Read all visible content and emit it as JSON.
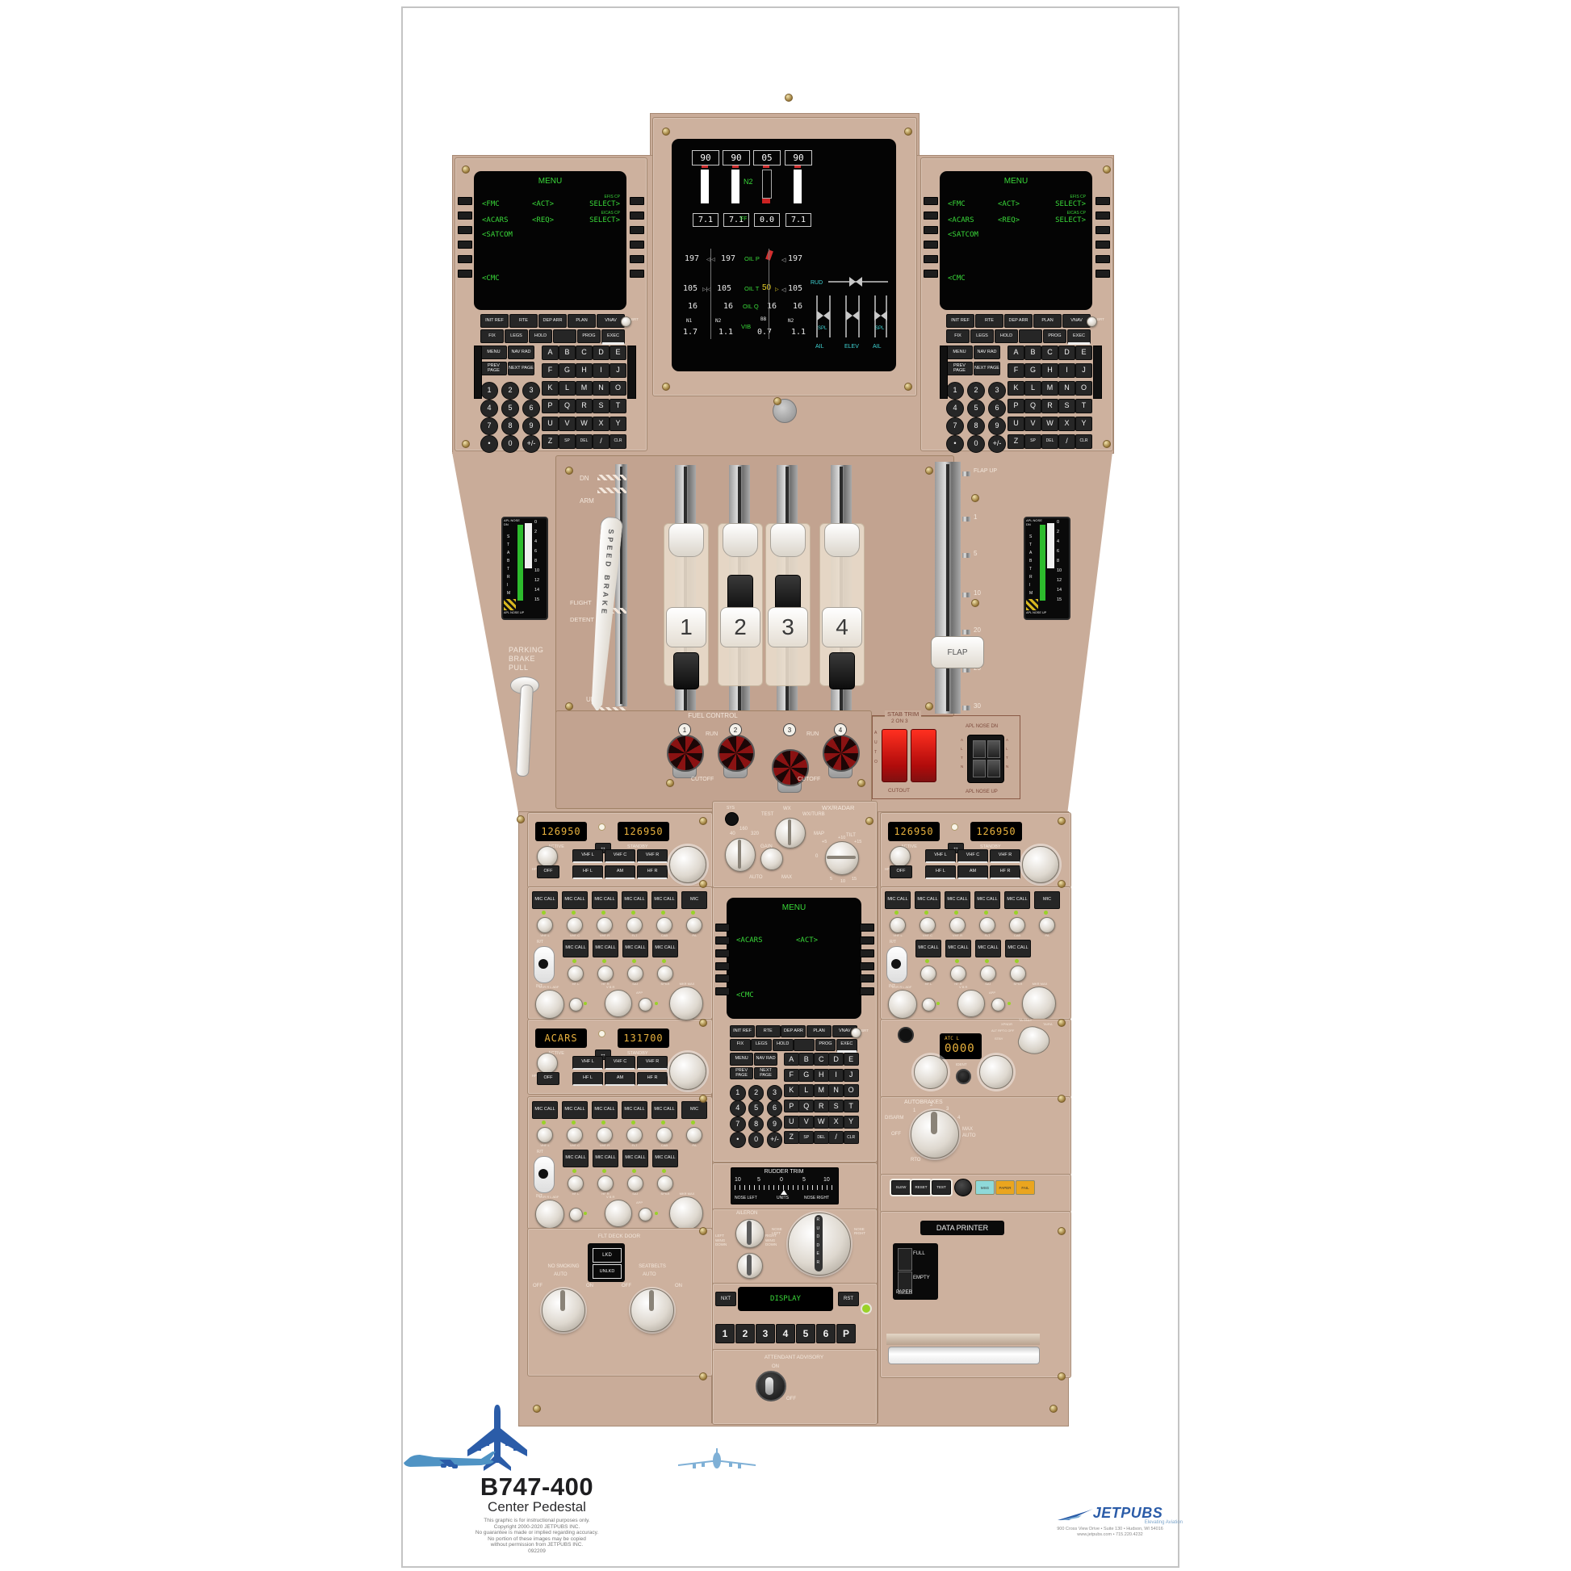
{
  "colors": {
    "pedestal": "#c9ac99",
    "panel": "#cdb19e",
    "screen_green": "#39d839",
    "display_amber": "#eab33e",
    "cutout_red": "#e01818",
    "accent_blue": "#2b5ca8",
    "light_green": "#8fd52a"
  },
  "eicas": {
    "n1_values": [
      "90",
      "90",
      "05",
      "90"
    ],
    "tape_label": "N2",
    "ff_label": "FF",
    "ff_values": [
      "7.1",
      "7.1",
      "0.0",
      "7.1"
    ],
    "oil_p_label": "OIL P",
    "oil_p": [
      "197",
      "197",
      "197"
    ],
    "oil_t_label": "OIL T",
    "oil_t": [
      "105",
      "105",
      "50",
      "105"
    ],
    "oil_q_label": "OIL Q",
    "oil_q": [
      "16",
      "16",
      "16",
      "16"
    ],
    "vib_label": "VIB",
    "vib_items": [
      [
        "N1",
        "1.7"
      ],
      [
        "N2",
        "1.1"
      ],
      [
        "BB",
        "0.7"
      ],
      [
        "N2",
        "1.1"
      ]
    ],
    "fcs": {
      "rud": "RUD",
      "spl": "SPL",
      "surfaces": [
        "AIL",
        "ELEV",
        "AIL"
      ]
    }
  },
  "cdu_screen_menu": {
    "title": "MENU",
    "r1": [
      "<FMC",
      "<ACT>",
      "SELECT>"
    ],
    "r1_small": "EFIS CP",
    "r2": [
      "<ACARS",
      "<REQ>",
      "SELECT>"
    ],
    "r2_small": "EICAS CP",
    "r3": "<SATCOM",
    "r6": "<CMC"
  },
  "cdu_screen_center": {
    "title": "MENU",
    "r2": [
      "<ACARS",
      "<ACT>"
    ],
    "r6": "<CMC"
  },
  "cdu_keys": {
    "r1": [
      "INIT REF",
      "RTE",
      "DEP ARR",
      "PLAN",
      "VNAV"
    ],
    "r2": [
      "FIX",
      "LEGS",
      "HOLD",
      "",
      "PROG",
      "EXEC"
    ],
    "left": [
      [
        "MENU",
        "NAV RAD"
      ],
      [
        "PREV PAGE",
        "NEXT PAGE"
      ]
    ],
    "digits": [
      "1",
      "2",
      "3",
      "4",
      "5",
      "6",
      "7",
      "8",
      "9",
      "•",
      "0",
      "+/-"
    ],
    "letters": [
      "A",
      "B",
      "C",
      "D",
      "E",
      "F",
      "G",
      "H",
      "I",
      "J",
      "K",
      "L",
      "M",
      "N",
      "O",
      "P",
      "Q",
      "R",
      "S",
      "T",
      "U",
      "V",
      "W",
      "X",
      "Y",
      "Z",
      "SP",
      "DEL",
      "/",
      "CLR"
    ],
    "brt": "BRT"
  },
  "speed_brake": {
    "lever": "SPEED BRAKE",
    "dn": "DN",
    "arm": "ARM",
    "flight": "FLIGHT",
    "detent": "DETENT",
    "up": "UP"
  },
  "thrust": {
    "numbers": [
      "1",
      "2",
      "3",
      "4"
    ]
  },
  "flap": {
    "handle": "FLAP",
    "detents": [
      "FLAP UP",
      "1",
      "5",
      "10",
      "20",
      "25",
      "30"
    ]
  },
  "stab_indicator": {
    "nose_dn": "APL NOSE DN",
    "nose_up": "APL NOSE UP",
    "word": "STABTRIM",
    "scale": [
      "0",
      "2",
      "4",
      "6",
      "8",
      "10",
      "12",
      "14",
      "15"
    ]
  },
  "parking_brake": [
    "PARKING",
    "BRAKE",
    "PULL"
  ],
  "fuel_control": {
    "title": "FUEL CONTROL",
    "run": "RUN",
    "cutoff": "CUTOFF",
    "numbers": [
      "1",
      "2",
      "3",
      "4"
    ]
  },
  "stab_cutout": {
    "title": "STAB TRIM",
    "sub": "2 ON 3",
    "auto": "AUTO",
    "cutout": "CUTOUT",
    "altn": "ALTN",
    "nose_dn": "APL NOSE DN",
    "nose_up": "APL NOSE UP"
  },
  "radio": {
    "labels": {
      "active": "ACTIVE",
      "standby": "STANDBY",
      "hf_sens": "HF SENS",
      "row1": [
        "VHF L",
        "VHF C",
        "VHF R"
      ],
      "row2": [
        "OFF",
        "HF L",
        "AM",
        "HF R"
      ]
    },
    "panels": [
      {
        "id": "left",
        "active": "126950",
        "standby": "126950"
      },
      {
        "id": "right",
        "active": "126950",
        "standby": "126950"
      },
      {
        "id": "left2",
        "active": "ACARS",
        "standby": "131700"
      }
    ]
  },
  "audio": {
    "mic_call": "MIC CALL",
    "mic": "MIC",
    "rt": "R/T",
    "int": "INT",
    "knob_labels_top": [
      "VHF L",
      "VHF C",
      "VHF R",
      "FLT",
      "CAB",
      "PA"
    ],
    "knob_labels_mid": [
      "HF L",
      "HF R",
      "SAT",
      "SPKR"
    ],
    "bottom_labels": [
      "VOR R  L ADF",
      "V B R",
      "APP",
      "MKR  MAX"
    ]
  },
  "wx": {
    "title": "WX/RADAR",
    "sys": "SYS",
    "test": "TEST",
    "wx": "WX",
    "wx_turb": "WX/TURB",
    "map": "MAP",
    "gain": "GAIN",
    "auto": "AUTO",
    "max": "MAX",
    "ranges": [
      "40",
      "160",
      "320"
    ],
    "tilt": "TILT",
    "up_marks": [
      "+5",
      "+10",
      "+15"
    ],
    "dn_marks": [
      "5",
      "10",
      "15"
    ],
    "zero": "0"
  },
  "rudder_trim": {
    "title": "RUDDER TRIM",
    "scale": [
      "10",
      "5",
      "0",
      "5",
      "10"
    ],
    "nose_left": "NOSE LEFT",
    "units": "UNITS",
    "nose_right": "NOSE RIGHT"
  },
  "trim_knobs": {
    "aileron": "AILERON",
    "left_wing": "LEFT WING DOWN",
    "right_wing": "RIGHT WING DOWN",
    "nose_left": "NOSE LEFT",
    "nose_right": "NOSE RIGHT",
    "rudder": "RUDDER"
  },
  "display_select": {
    "nxt": "NXT",
    "rst": "RST",
    "screen": "DISPLAY",
    "keys": [
      "1",
      "2",
      "3",
      "4",
      "5",
      "6",
      "P"
    ]
  },
  "attendant": {
    "title": "ATTENDANT ADVISORY",
    "on": "ON",
    "off": "OFF"
  },
  "atc": {
    "line1": "ATC L",
    "code": "0000",
    "ident": "IDENT",
    "modes": [
      "XPNDR",
      "TA ONLY",
      "TA/RA",
      "ALT RPTG OFF",
      "STBY"
    ]
  },
  "autobrakes": {
    "title": "AUTOBRAKES",
    "disarm": "DISARM",
    "off": "OFF",
    "rto": "RTO",
    "nums": [
      "1",
      "2",
      "3",
      "4"
    ],
    "max": "MAX",
    "auto": "AUTO"
  },
  "printer": {
    "buttons": [
      "SLEW",
      "RESET",
      "TEST"
    ],
    "lights": [
      {
        "t": "MSG",
        "c": "#8fd9d9"
      },
      {
        "t": "PAPER",
        "c": "#eaa51f"
      },
      {
        "t": "FAIL",
        "c": "#eaa51f"
      }
    ],
    "title": "DATA PRINTER",
    "full": "FULL",
    "empty": "EMPTY",
    "paper": "PAPER"
  },
  "flt_deck_door": {
    "title": "FLT DECK DOOR",
    "lkd": "LKD",
    "unlkd": "UNLKD",
    "no_smoking": "NO SMOKING",
    "seatbelts": "SEATBELTS",
    "auto": "AUTO",
    "off": "OFF",
    "on": "ON"
  },
  "branding": {
    "title": "B747-400",
    "subtitle": "Center Pedestal",
    "fine_print": [
      "This graphic is for instructional purposes only.",
      "Copyright 2000-2020 JETPUBS INC.",
      "No guarantee is made or implied regarding accuracy.",
      "No portion of these images may be copied",
      "without permission from JETPUBS INC.",
      "092209"
    ],
    "brand": {
      "name": "JETPUBS",
      "tagline": "Elevating Aviation",
      "addr1": "900 Cross View Drive • Suite 130 • Hudson, WI 54016",
      "addr2": "www.jetpubs.com • 715.220.4232"
    }
  }
}
